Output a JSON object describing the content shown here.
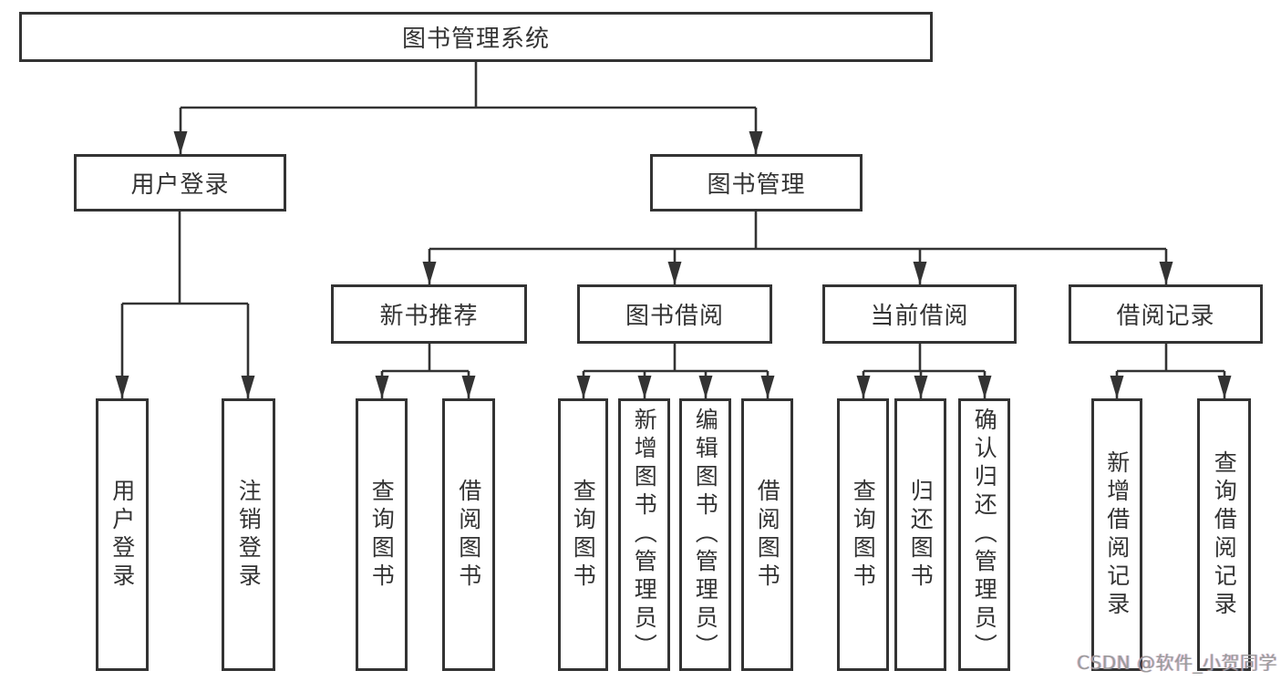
{
  "diagram": {
    "title": "图书管理系统",
    "watermark": "CSDN @软件_小贺同学",
    "colors": {
      "line": "#333333",
      "text": "#333333",
      "watermark": "#9b9b9b",
      "background": "#ffffff"
    },
    "nodes": {
      "root": {
        "label": "图书管理系统"
      },
      "level2": {
        "user_login": {
          "label": "用户登录"
        },
        "book_mgmt": {
          "label": "图书管理"
        }
      },
      "level3": {
        "new_book_rec": {
          "label": "新书推荐"
        },
        "book_borrow": {
          "label": "图书借阅"
        },
        "current_borrow": {
          "label": "当前借阅"
        },
        "borrow_records": {
          "label": "借阅记录"
        }
      },
      "leaves": {
        "user_login_leaf": {
          "label": "用户登录"
        },
        "logout": {
          "label": "注销登录"
        },
        "nb_query": {
          "label": "查询图书"
        },
        "nb_borrow": {
          "label": "借阅图书"
        },
        "bb_query": {
          "label": "查询图书"
        },
        "bb_add": {
          "label": "新增图书（管理员）"
        },
        "bb_edit": {
          "label": "编辑图书（管理员）"
        },
        "bb_borrow": {
          "label": "借阅图书"
        },
        "cb_query": {
          "label": "查询图书"
        },
        "cb_return": {
          "label": "归还图书"
        },
        "cb_confirm": {
          "label": "确认归还（管理员）"
        },
        "br_add": {
          "label": "新增借阅记录"
        },
        "br_query": {
          "label": "查询借阅记录"
        }
      }
    },
    "hierarchy": [
      {
        "parent": "图书管理系统",
        "children": [
          "用户登录",
          "图书管理"
        ]
      },
      {
        "parent": "用户登录",
        "children": [
          "用户登录",
          "注销登录"
        ]
      },
      {
        "parent": "图书管理",
        "children": [
          "新书推荐",
          "图书借阅",
          "当前借阅",
          "借阅记录"
        ]
      },
      {
        "parent": "新书推荐",
        "children": [
          "查询图书",
          "借阅图书"
        ]
      },
      {
        "parent": "图书借阅",
        "children": [
          "查询图书",
          "新增图书（管理员）",
          "编辑图书（管理员）",
          "借阅图书"
        ]
      },
      {
        "parent": "当前借阅",
        "children": [
          "查询图书",
          "归还图书",
          "确认归还（管理员）"
        ]
      },
      {
        "parent": "借阅记录",
        "children": [
          "新增借阅记录",
          "查询借阅记录"
        ]
      }
    ]
  }
}
